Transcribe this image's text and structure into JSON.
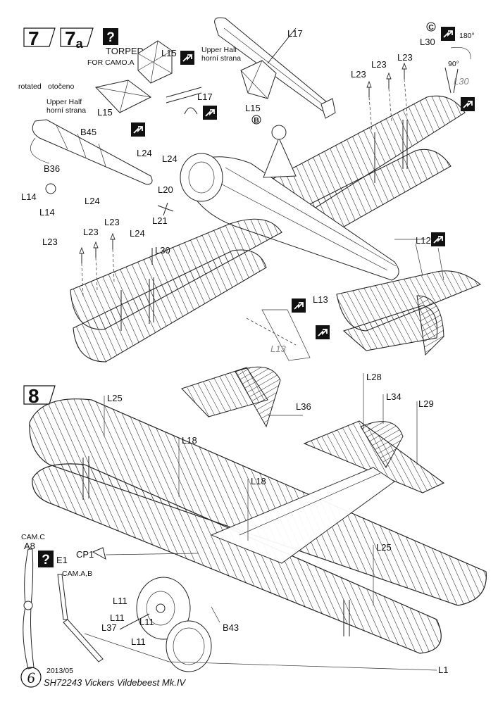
{
  "page": {
    "number": "6",
    "date": "2013/05",
    "footer_title": "SH72243 Vickers Vildebeest Mk.IV"
  },
  "step7": {
    "number": "7",
    "sub_number": "7a",
    "torpedo_title": "TORPEDO",
    "torpedo_note": "FOR CAMO.A",
    "rotated_en": "rotated",
    "rotated_cz": "otočeno",
    "upper_half_en": "Upper Half",
    "upper_half_cz": "horní strana",
    "upper_half2_en": "Upper Half",
    "upper_half2_cz": "horní strana",
    "angle_180": "180°",
    "angle_90": "90°",
    "camo_c": "C",
    "camo_b": "B",
    "labels": {
      "l15_a": "L15",
      "l15_b": "L15",
      "l15_c": "L15",
      "l17_a": "L17",
      "l17_b": "L17",
      "l30_a": "L30",
      "l30_b": "L30",
      "l30_c": "L30",
      "l23_1": "L23",
      "l23_2": "L23",
      "l23_3": "L23",
      "l23_4": "L23",
      "l23_5": "L23",
      "l23_6": "L23",
      "b45": "B45",
      "b36": "B36",
      "l24_a": "L24",
      "l24_b": "L24",
      "l24_c": "L24",
      "l24_d": "L24",
      "l14_a": "L14",
      "l14_b": "L14",
      "l20": "L20",
      "l21": "L21",
      "l12": "L12",
      "l13": "L13",
      "l13_ghost": "L13"
    }
  },
  "step8": {
    "number": "8",
    "cam_c": "CAM.C",
    "cam_ab": "CAM.A,B",
    "labels": {
      "l25_a": "L25",
      "l25_b": "L25",
      "l18_a": "L18",
      "l18_b": "L18",
      "l28": "L28",
      "l34": "L34",
      "l29": "L29",
      "l36": "L36",
      "a8": "A8",
      "e1": "E1",
      "cp1": "CP1",
      "l11_a": "L11",
      "l11_b": "L11",
      "l11_c": "L11",
      "l11_d": "L11",
      "l37": "L37",
      "b43": "B43",
      "l1": "L1"
    }
  },
  "icons": [
    "question-icon",
    "decal-arrow-icon",
    "camo-marker-icon"
  ]
}
